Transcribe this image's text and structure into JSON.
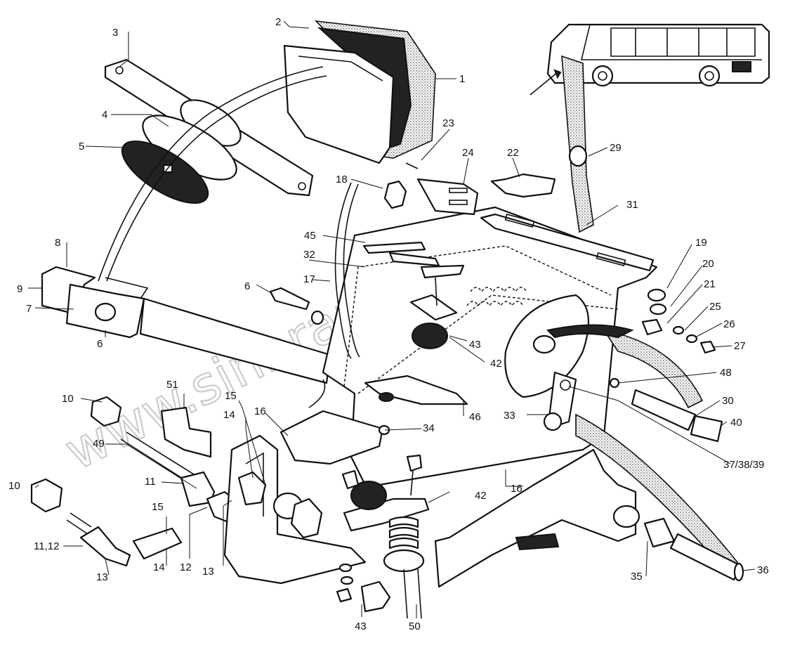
{
  "watermark": "www.sinbrau-too.kz",
  "callouts": [
    {
      "id": "c1",
      "text": "1"
    },
    {
      "id": "c2",
      "text": "2"
    },
    {
      "id": "c3",
      "text": "3"
    },
    {
      "id": "c4",
      "text": "4"
    },
    {
      "id": "c5",
      "text": "5"
    },
    {
      "id": "c6a",
      "text": "6"
    },
    {
      "id": "c6b",
      "text": "6"
    },
    {
      "id": "c7",
      "text": "7"
    },
    {
      "id": "c8",
      "text": "8"
    },
    {
      "id": "c9",
      "text": "9"
    },
    {
      "id": "c10a",
      "text": "10"
    },
    {
      "id": "c10b",
      "text": "10"
    },
    {
      "id": "c11",
      "text": "11"
    },
    {
      "id": "c1112",
      "text": "11,12"
    },
    {
      "id": "c12",
      "text": "12"
    },
    {
      "id": "c13a",
      "text": "13"
    },
    {
      "id": "c13b",
      "text": "13"
    },
    {
      "id": "c14a",
      "text": "14"
    },
    {
      "id": "c14b",
      "text": "14"
    },
    {
      "id": "c15a",
      "text": "15"
    },
    {
      "id": "c15b",
      "text": "15"
    },
    {
      "id": "c16a",
      "text": "16"
    },
    {
      "id": "c16b",
      "text": "16"
    },
    {
      "id": "c17",
      "text": "17"
    },
    {
      "id": "c18",
      "text": "18"
    },
    {
      "id": "c19",
      "text": "19"
    },
    {
      "id": "c20",
      "text": "20"
    },
    {
      "id": "c21",
      "text": "21"
    },
    {
      "id": "c22",
      "text": "22"
    },
    {
      "id": "c23",
      "text": "23"
    },
    {
      "id": "c24",
      "text": "24"
    },
    {
      "id": "c25",
      "text": "25"
    },
    {
      "id": "c26",
      "text": "26"
    },
    {
      "id": "c27",
      "text": "27"
    },
    {
      "id": "c29",
      "text": "29"
    },
    {
      "id": "c30",
      "text": "30"
    },
    {
      "id": "c31",
      "text": "31"
    },
    {
      "id": "c32",
      "text": "32"
    },
    {
      "id": "c33",
      "text": "33"
    },
    {
      "id": "c34",
      "text": "34"
    },
    {
      "id": "c35",
      "text": "35"
    },
    {
      "id": "c36",
      "text": "36"
    },
    {
      "id": "c373839",
      "text": "37/38/39"
    },
    {
      "id": "c40",
      "text": "40"
    },
    {
      "id": "c42a",
      "text": "42"
    },
    {
      "id": "c42b",
      "text": "42"
    },
    {
      "id": "c43a",
      "text": "43"
    },
    {
      "id": "c43b",
      "text": "43"
    },
    {
      "id": "c45",
      "text": "45"
    },
    {
      "id": "c46",
      "text": "46"
    },
    {
      "id": "c48",
      "text": "48"
    },
    {
      "id": "c49",
      "text": "49"
    },
    {
      "id": "c50",
      "text": "50"
    },
    {
      "id": "c51",
      "text": "51"
    }
  ]
}
